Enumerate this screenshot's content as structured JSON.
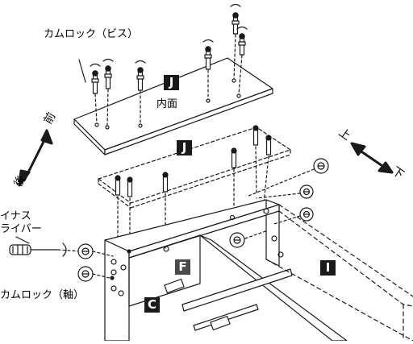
{
  "labels": {
    "cam_lock_screw": "カムロック（ビス）",
    "inner_face": "内面",
    "screwdriver_line1": "イナス",
    "screwdriver_line2": "ライバー",
    "cam_lock_shaft": "カムロック（軸）"
  },
  "parts": {
    "J_top": "J",
    "J_mid": "J",
    "F": "F",
    "I": "I",
    "C": "C"
  },
  "directions": {
    "front": "前",
    "back": "後",
    "up": "上",
    "down": "下"
  },
  "colors": {
    "line": "#1a1a1a",
    "tag_bg": "#1a1a1a",
    "tag_bg_alt": "#4a4a4a",
    "tag_text": "#ffffff"
  }
}
